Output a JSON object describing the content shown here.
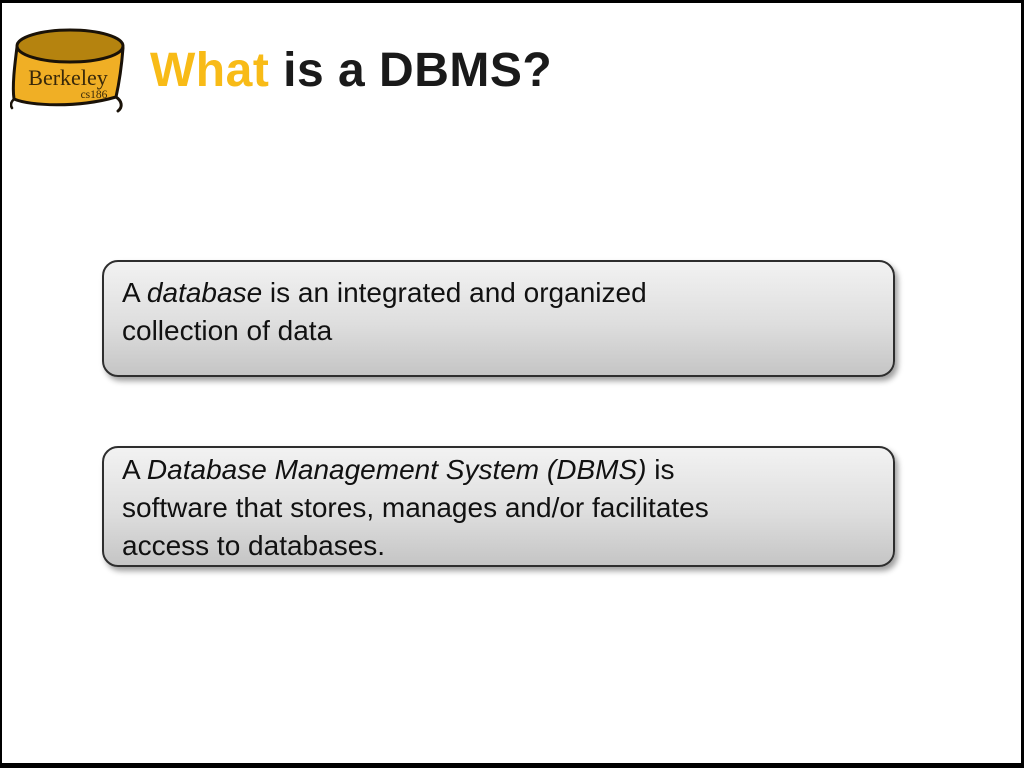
{
  "slide": {
    "title": {
      "highlight": "What",
      "rest": " is a DBMS?"
    },
    "logo": {
      "name": "Berkeley",
      "course": "cs186"
    },
    "box1": {
      "line1_prefix": "A ",
      "line1_italic": "database",
      "line1_suffix": " is an integrated and organized",
      "line2": "collection of data"
    },
    "box2": {
      "line1_prefix": "A ",
      "line1_italic": "Database Management System (DBMS)",
      "line1_suffix": " is",
      "line2": "software that stores, manages and/or facilitates",
      "line3": "access to databases."
    },
    "colors": {
      "title_highlight": "#f8bb17",
      "title_text": "#1a1a1a",
      "logo_body": "#f0af25",
      "logo_top_ellipse": "#b5830f",
      "logo_outline": "#1a1208",
      "box_border": "#2e2e2e",
      "box_gradient_top": "#f2f2f2",
      "box_gradient_bottom": "#c5c5c5",
      "frame_border": "#000000",
      "background": "#ffffff"
    }
  }
}
